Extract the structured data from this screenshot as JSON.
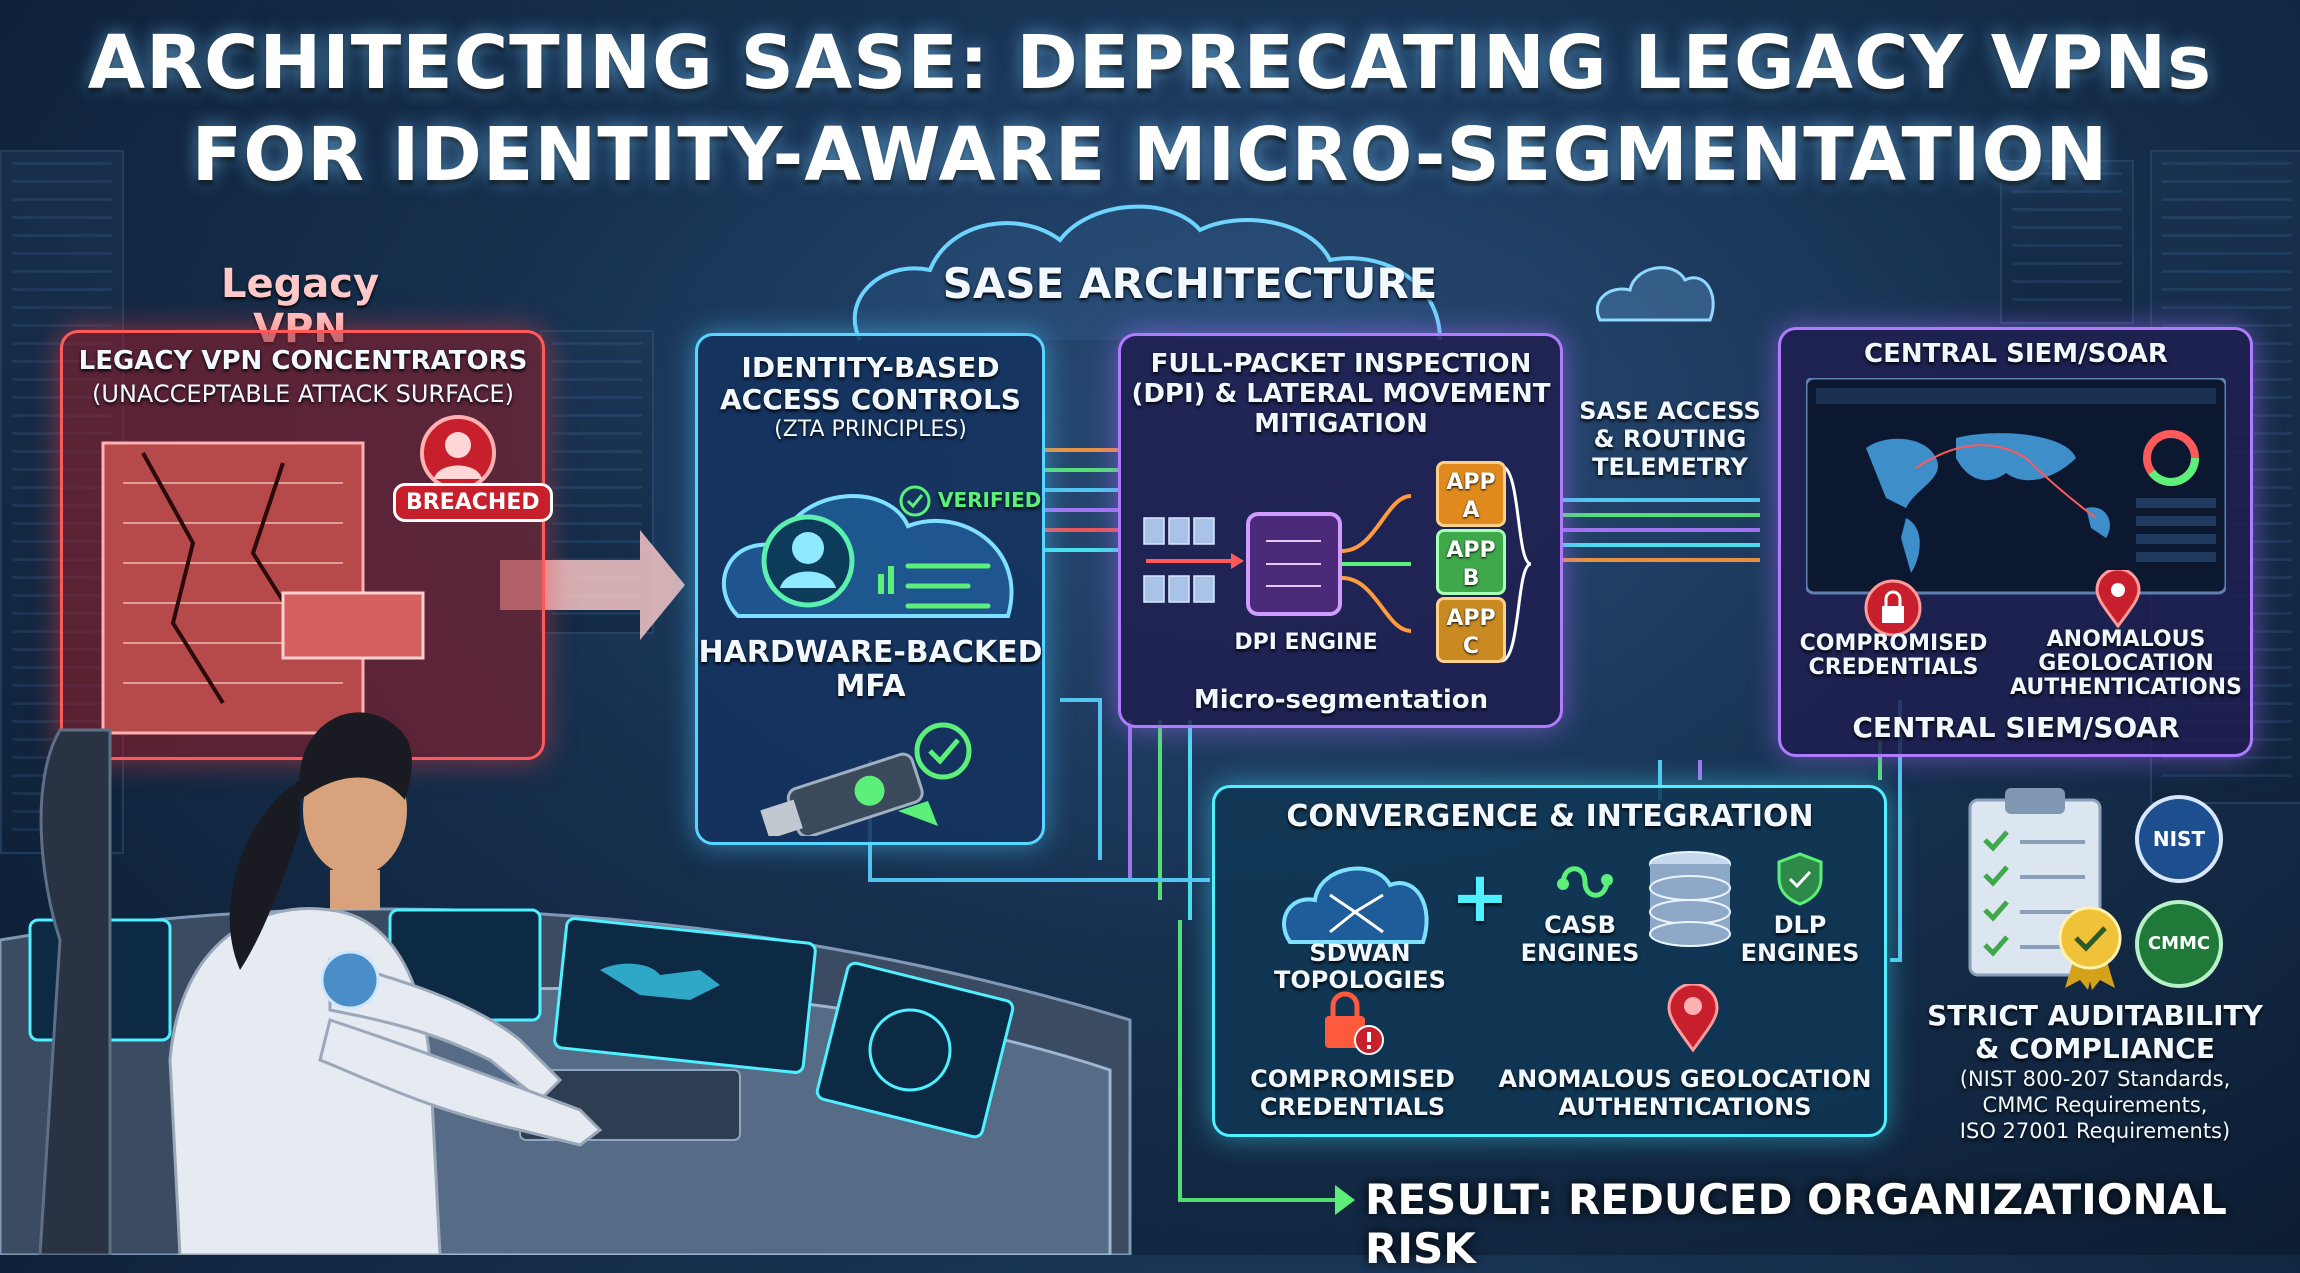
{
  "title": {
    "line1": "ARCHITECTING SASE: DEPRECATING LEGACY VPNs",
    "line2": "FOR IDENTITY-AWARE MICRO-SEGMENTATION"
  },
  "legacy": {
    "heading": "Legacy VPN",
    "line1": "LEGACY VPN CONCENTRATORS",
    "line2": "(UNACCEPTABLE ATTACK SURFACE)",
    "badge": "BREACHED"
  },
  "sase_heading": "SASE ARCHITECTURE",
  "identity": {
    "line1": "IDENTITY-BASED",
    "line2": "ACCESS CONTROLS",
    "line3": "(ZTA PRINCIPLES)",
    "verified": "VERIFIED",
    "mfa1": "HARDWARE-BACKED",
    "mfa2": "MFA"
  },
  "inspection": {
    "line1": "FULL-PACKET INSPECTION",
    "line2": "(DPI) & LATERAL MOVEMENT",
    "line3": "MITIGATION",
    "engine": "DPI ENGINE",
    "apps": [
      {
        "l1": "APP",
        "l2": "A"
      },
      {
        "l1": "APP",
        "l2": "B"
      },
      {
        "l1": "APP",
        "l2": "C"
      }
    ],
    "footer": "Micro-segmentation"
  },
  "telemetry": {
    "line1": "SASE ACCESS",
    "line2": "& ROUTING",
    "line3": "TELEMETRY"
  },
  "siem": {
    "top": "CENTRAL SIEM/SOAR",
    "alert1a": "COMPROMISED",
    "alert1b": "CREDENTIALS",
    "alert2a": "ANOMALOUS",
    "alert2b": "GEOLOCATION",
    "alert2c": "AUTHENTICATIONS",
    "bottom": "CENTRAL SIEM/SOAR"
  },
  "convergence": {
    "heading": "CONVERGENCE & INTEGRATION",
    "sdwan": "SDWAN TOPOLOGIES",
    "plus": "+",
    "casb1": "CASB",
    "casb2": "ENGINES",
    "dlp1": "DLP",
    "dlp2": "ENGINES",
    "cred1": "COMPROMISED",
    "cred2": "CREDENTIALS",
    "geo1": "ANOMALOUS GEOLOCATION",
    "geo2": "AUTHENTICATIONS"
  },
  "compliance": {
    "line1": "STRICT AUDITABILITY",
    "line2": "& COMPLIANCE",
    "line3": "(NIST 800-207 Standards,",
    "line4": "CMMC Requirements,",
    "line5": "ISO 27001 Requirements)",
    "seal1": "NIST",
    "seal2": "CMMC"
  },
  "result": "RESULT: REDUCED ORGANIZATIONAL RISK",
  "colors": {
    "red": "#ff5a5a",
    "blue": "#59d6ff",
    "purple": "#b07bff",
    "teal": "#4ff0ff",
    "green": "#5cf07a",
    "orange": "#ff9b3d",
    "app_a": "#e08a1e",
    "app_b": "#3fa84a",
    "app_c": "#c98a22"
  }
}
